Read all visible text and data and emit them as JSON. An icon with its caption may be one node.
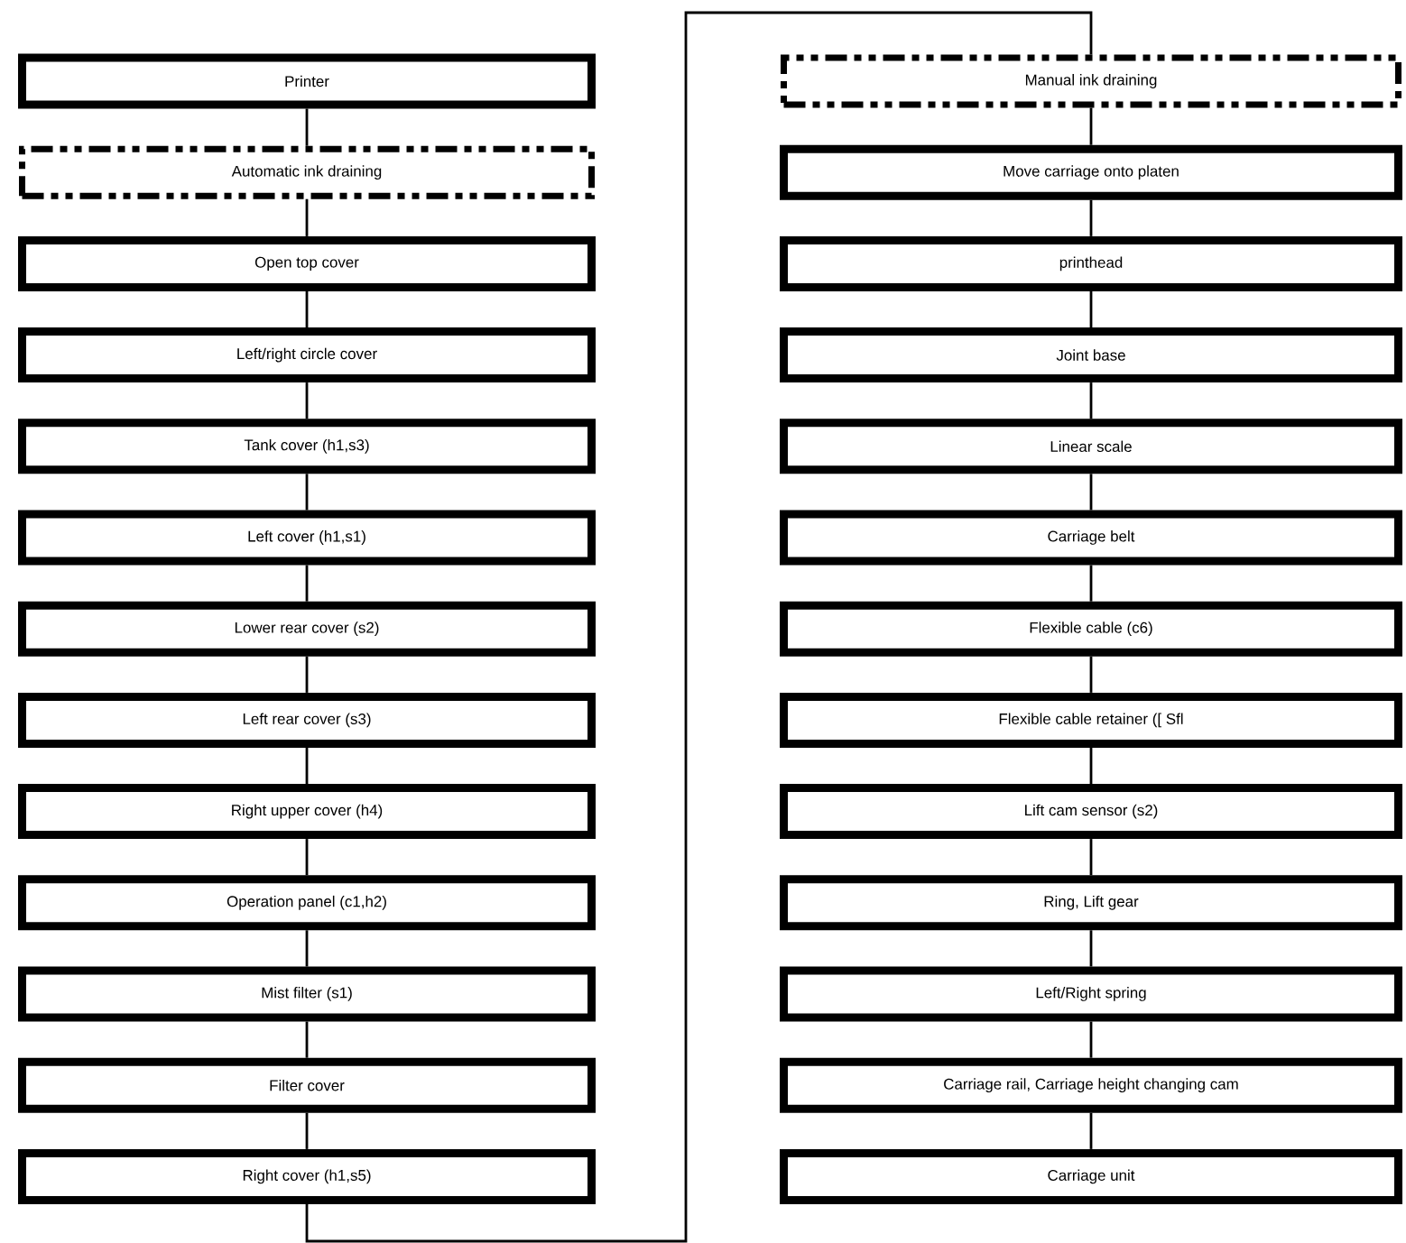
{
  "diagram": {
    "nodes": [
      {
        "text": [
          "Printer"
        ]
      },
      {
        "text": [
          "Automatic ink draining"
        ]
      },
      {
        "text": [
          "Open top cover"
        ]
      },
      {
        "text": [
          "Left/right circle cover"
        ]
      },
      {
        "text": [
          "Tank cover  (h1,s3)"
        ]
      },
      {
        "text": [
          "Left cover  (h1,s1)"
        ]
      },
      {
        "text": [
          "Lower rear cover  (s2)"
        ]
      },
      {
        "text": [
          "Left rear cover  (s3)"
        ]
      },
      {
        "text": [
          "Right upper cover  (h4)"
        ]
      },
      {
        "text": [
          "Operation panel  (c1,h2)"
        ]
      },
      {
        "text": [
          "Mist filter  (s1)"
        ]
      },
      {
        "text": [
          "Filter cover"
        ]
      },
      {
        "text": [
          "Right cover (h1,s5)"
        ]
      },
      {
        "text": [
          "Manual ink draining"
        ]
      },
      {
        "text": [
          "Move carriage onto platen"
        ]
      },
      {
        "text": [
          "printhead"
        ]
      },
      {
        "text": [
          "Joint base"
        ]
      },
      {
        "text": [
          "Linear scale"
        ]
      },
      {
        "text": [
          "Carriage belt"
        ]
      },
      {
        "text": [
          "Flexible cable (c6)"
        ]
      },
      {
        "text": [
          "Flexible cable retainer  ([ Sfl"
        ]
      },
      {
        "text": [
          "Lift cam sensor  (s2)"
        ]
      },
      {
        "text": [
          "Ring, Lift gear"
        ]
      },
      {
        "text": [
          "Left/Right spring"
        ]
      },
      {
        "text": [
          "Carriage rail, Carriage height changing cam"
        ]
      },
      {
        "text": [
          "Carriage unit"
        ]
      }
    ],
    "edges": [
      {
        "from": 0,
        "to": 1,
        "arrow": "none"
      },
      {
        "from": 1,
        "to": 2,
        "arrow": "none"
      },
      {
        "from": 2,
        "to": 3,
        "arrow": "none"
      },
      {
        "from": 3,
        "to": 4,
        "arrow": "none"
      },
      {
        "from": 4,
        "to": 5,
        "arrow": "none"
      },
      {
        "from": 5,
        "to": 6,
        "arrow": "none"
      },
      {
        "from": 6,
        "to": 7,
        "arrow": "none"
      },
      {
        "from": 7,
        "to": 8,
        "arrow": "none"
      },
      {
        "from": 8,
        "to": 9,
        "arrow": "none"
      },
      {
        "from": 9,
        "to": 10,
        "arrow": "none"
      },
      {
        "from": 10,
        "to": 11,
        "arrow": "none"
      },
      {
        "from": 11,
        "to": 12,
        "arrow": "none"
      },
      {
        "from": 12,
        "to": 13,
        "arrow": "none"
      },
      {
        "from": 13,
        "to": 14,
        "arrow": "none"
      },
      {
        "from": 14,
        "to": 15,
        "arrow": "none"
      },
      {
        "from": 15,
        "to": 16,
        "arrow": "none"
      },
      {
        "from": 16,
        "to": 17,
        "arrow": "none"
      },
      {
        "from": 17,
        "to": 18,
        "arrow": "none"
      },
      {
        "from": 18,
        "to": 19,
        "arrow": "none"
      },
      {
        "from": 19,
        "to": 20,
        "arrow": "none"
      },
      {
        "from": 20,
        "to": 21,
        "arrow": "none"
      },
      {
        "from": 21,
        "to": 22,
        "arrow": "none"
      },
      {
        "from": 22,
        "to": 23,
        "arrow": "none"
      },
      {
        "from": 23,
        "to": 24,
        "arrow": "none"
      },
      {
        "from": 24,
        "to": 25,
        "arrow": "none"
      }
    ]
  }
}
